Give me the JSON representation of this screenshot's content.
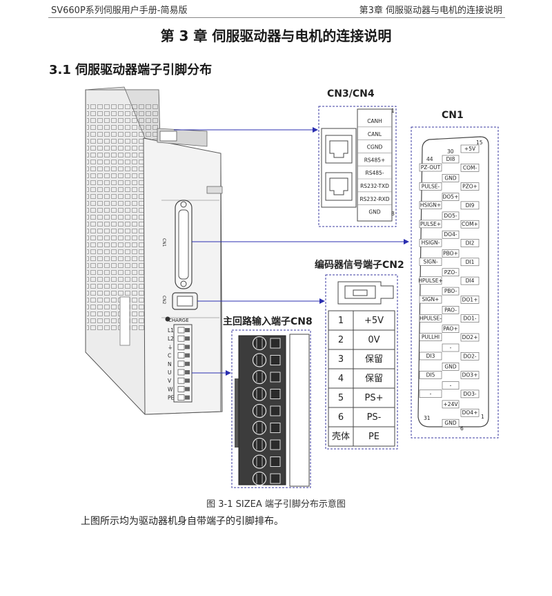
{
  "header": {
    "left": "SV660P系列伺服用户手册-简易版",
    "right": "第3章 伺服驱动器与电机的连接说明"
  },
  "chapter_title": "第 3 章  伺服驱动器与电机的连接说明",
  "section_title": "3.1 伺服驱动器端子引脚分布",
  "labels": {
    "cn34": "CN3/CN4",
    "cn1": "CN1",
    "cn2": "编码器信号端子CN2",
    "cn8": "主回路输入端子CN8"
  },
  "drive_panel": {
    "cn1": "CN1",
    "cn2": "CN2",
    "charge": "CHARGE",
    "terminals": [
      "L1",
      "L2",
      "⏚",
      "C",
      "N",
      "U",
      "V",
      "W",
      "PE"
    ]
  },
  "cn34_pins": [
    "CANH",
    "CANL",
    "CGND",
    "RS485+",
    "RS485-",
    "RS232-TXD",
    "RS232-RXD",
    "GND"
  ],
  "cn34_pin_numbers": [
    "1",
    "8"
  ],
  "cn1": {
    "corner_numbers": [
      "15",
      "30",
      "44",
      "31",
      "6",
      "1"
    ],
    "left_col": [
      "PZ-OUT",
      "PULSE-",
      "HSIGN+",
      "PULSE+",
      "HSIGN-",
      "SIGN-",
      "HPULSE+",
      "SIGN+",
      "HPULSE-",
      "PULLHI",
      "DI3",
      "DI5",
      "-"
    ],
    "mid_col": [
      "DI8",
      "GND",
      "DO5+",
      "DO5-",
      "DO4-",
      "PBO+",
      "PZO-",
      "PBO-",
      "PAO-",
      "PAO+",
      "-",
      "GND",
      "-",
      "+24V",
      "GND"
    ],
    "right_col": [
      "+5V",
      "COM-",
      "PZO+",
      "DI9",
      "COM+",
      "DI2",
      "DI1",
      "DI4",
      "DO1+",
      "DO1-",
      "DO2+",
      "DO2-",
      "DO3+",
      "DO3-",
      "DO4+"
    ]
  },
  "cn2_table": [
    [
      "1",
      "+5V"
    ],
    [
      "2",
      "0V"
    ],
    [
      "3",
      "保留"
    ],
    [
      "4",
      "保留"
    ],
    [
      "5",
      "PS+"
    ],
    [
      "6",
      "PS-"
    ],
    [
      "壳体",
      "PE"
    ]
  ],
  "cn8_terminals": [
    "L1",
    "L2",
    "P⊕",
    "C",
    "N⊖",
    "U",
    "V",
    "W",
    "PE"
  ],
  "caption": "图 3-1  SIZEA 端子引脚分布示意图",
  "body_text": "上图所示均为驱动器机身自带端子的引脚排布。",
  "colors": {
    "arrow": "#2b2fb0",
    "dashed": "#3a3aa0",
    "terminal_block": "#3c3c3c"
  }
}
